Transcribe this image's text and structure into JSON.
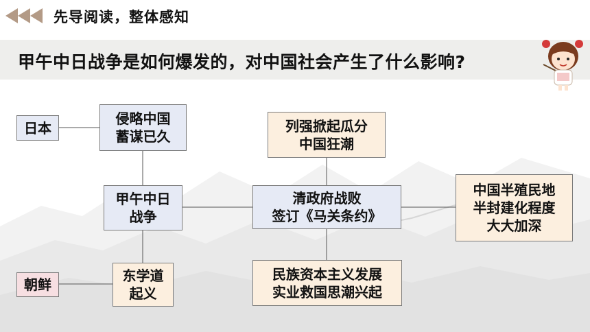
{
  "header": {
    "section_title": "先导阅读，整体感知",
    "question": "甲午中日战争是如何爆发的，对中国社会产生了什么影响?"
  },
  "colors": {
    "chevron": "#b39a86",
    "node_blue": "#e6eaf5",
    "node_peach": "#fcefdf",
    "node_pink": "#f7dfe2",
    "banner": "#eeeeec"
  },
  "icons": {
    "mascot": "teacher-girl-with-pointer-icon",
    "chevrons": "triple-chevron-left-icon"
  },
  "diagram": {
    "nodes": {
      "japan": "日本",
      "korea": "朝鲜",
      "aggression": "侵略中国\n蓄谋已久",
      "war": "甲午中日\n战争",
      "donghak": "东学道\n起义",
      "powers": "列强掀起瓜分\n中国狂潮",
      "treaty": "清政府战败\n签订《马关条约》",
      "capital": "民族资本主义发展\n实业救国思潮兴起",
      "semi_colonial": "中国半殖民地\n半封建化程度\n大大加深"
    }
  }
}
